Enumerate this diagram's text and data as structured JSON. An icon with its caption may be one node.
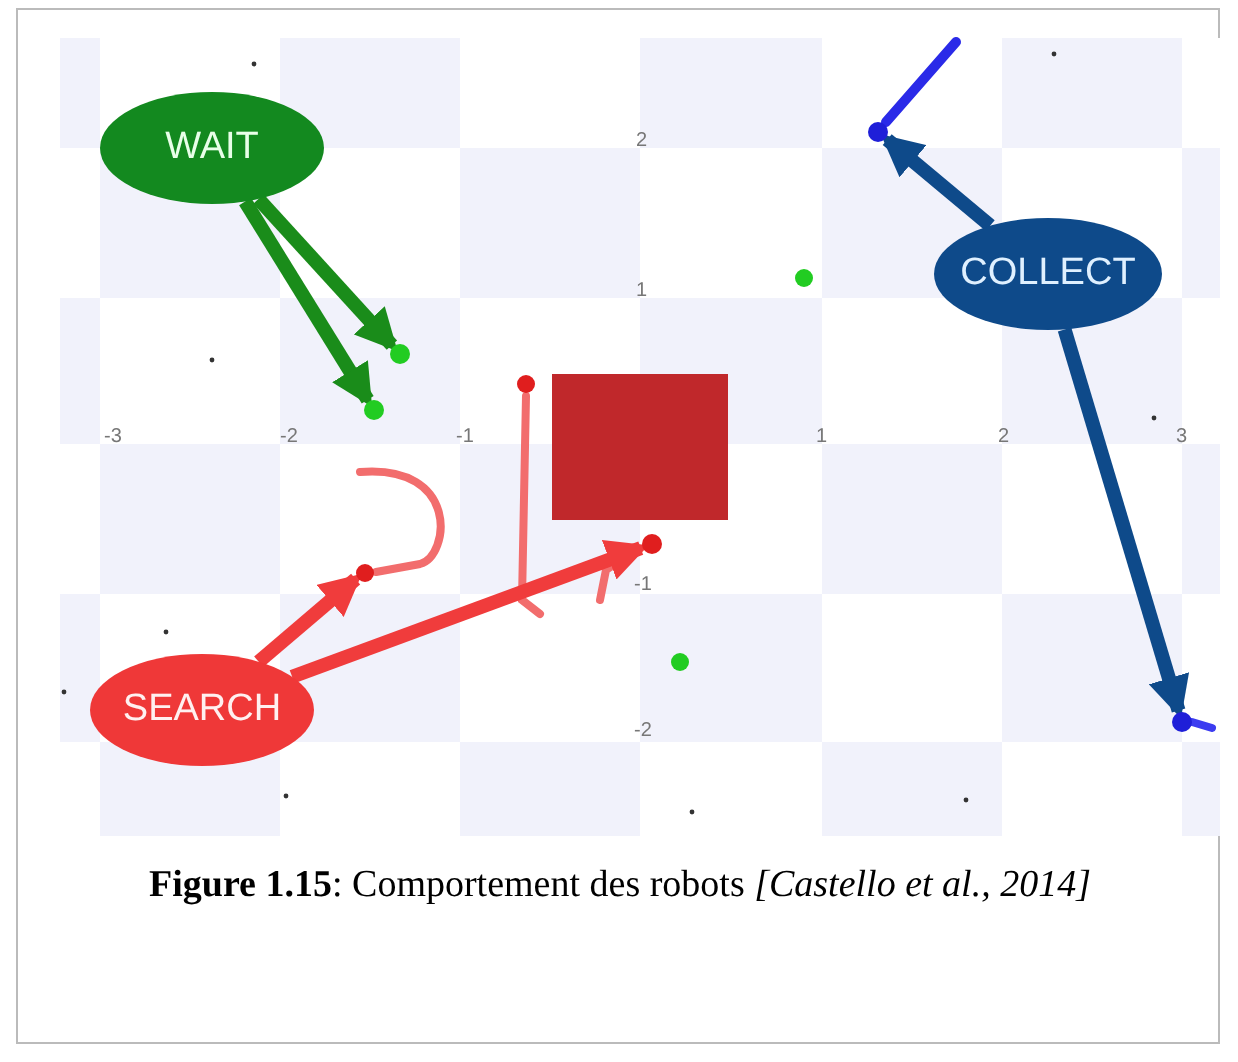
{
  "diagram": {
    "caption": "**Figure 1.15**: Comportement des robots *[Castello et al., 2014]*",
    "nodes": [
      {
        "text": [
          "WAIT"
        ]
      },
      {
        "text": [
          "COLLECT"
        ]
      },
      {
        "text": [
          "SEARCH"
        ]
      },
      {
        "text": [],
        "shape": "circle"
      },
      {
        "text": [],
        "shape": "circle"
      },
      {
        "text": [],
        "shape": "circle"
      },
      {
        "text": [],
        "shape": "circle"
      },
      {
        "text": [],
        "shape": "circle"
      },
      {
        "text": [],
        "shape": "circle"
      }
    ],
    "edges": [
      {
        "from": 0,
        "to": 3,
        "arrow": "to",
        "color": "#1a8c1a"
      },
      {
        "from": 0,
        "to": 4,
        "arrow": "to",
        "color": "#1a8c1a"
      },
      {
        "from": 1,
        "to": 5,
        "arrow": "to",
        "color": "#0e4a8a"
      },
      {
        "from": 1,
        "to": 6,
        "arrow": "to",
        "color": "#0e4a8a"
      },
      {
        "from": 2,
        "to": 7,
        "arrow": "to",
        "color": "#f03c3c"
      },
      {
        "from": 2,
        "to": 8,
        "arrow": "to",
        "color": "#f03c3c"
      }
    ],
    "labels": [
      "2",
      "1",
      "-3",
      "-2",
      "-1",
      "1",
      "2",
      "3",
      "-1",
      "-2"
    ]
  }
}
